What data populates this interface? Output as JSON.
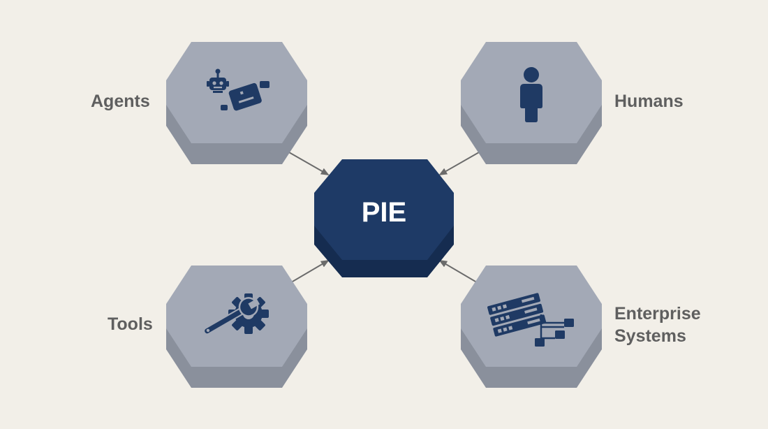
{
  "diagram": {
    "center": {
      "label": "PIE"
    },
    "nodes": [
      {
        "id": "agents",
        "label": "Agents",
        "icon": "robot-icon"
      },
      {
        "id": "humans",
        "label": "Humans",
        "icon": "person-icon"
      },
      {
        "id": "tools",
        "label": "Tools",
        "icon": "wrench-gear-icon"
      },
      {
        "id": "enterprise",
        "label": "Enterprise Systems",
        "label_lines": [
          "Enterprise",
          "Systems"
        ],
        "icon": "server-network-icon"
      }
    ],
    "edges": [
      {
        "from": "agents",
        "to": "PIE"
      },
      {
        "from": "humans",
        "to": "PIE"
      },
      {
        "from": "tools",
        "to": "PIE"
      },
      {
        "from": "enterprise",
        "to": "PIE"
      }
    ]
  },
  "colors": {
    "background": "#f2efe8",
    "node_top": "#a3a9b6",
    "node_side": "#8a909c",
    "center_top": "#1e3a66",
    "center_side": "#152c50",
    "icon": "#1f3a64",
    "arrow": "#6b6b6b",
    "label": "#5f5f5f",
    "center_text": "#ffffff"
  }
}
